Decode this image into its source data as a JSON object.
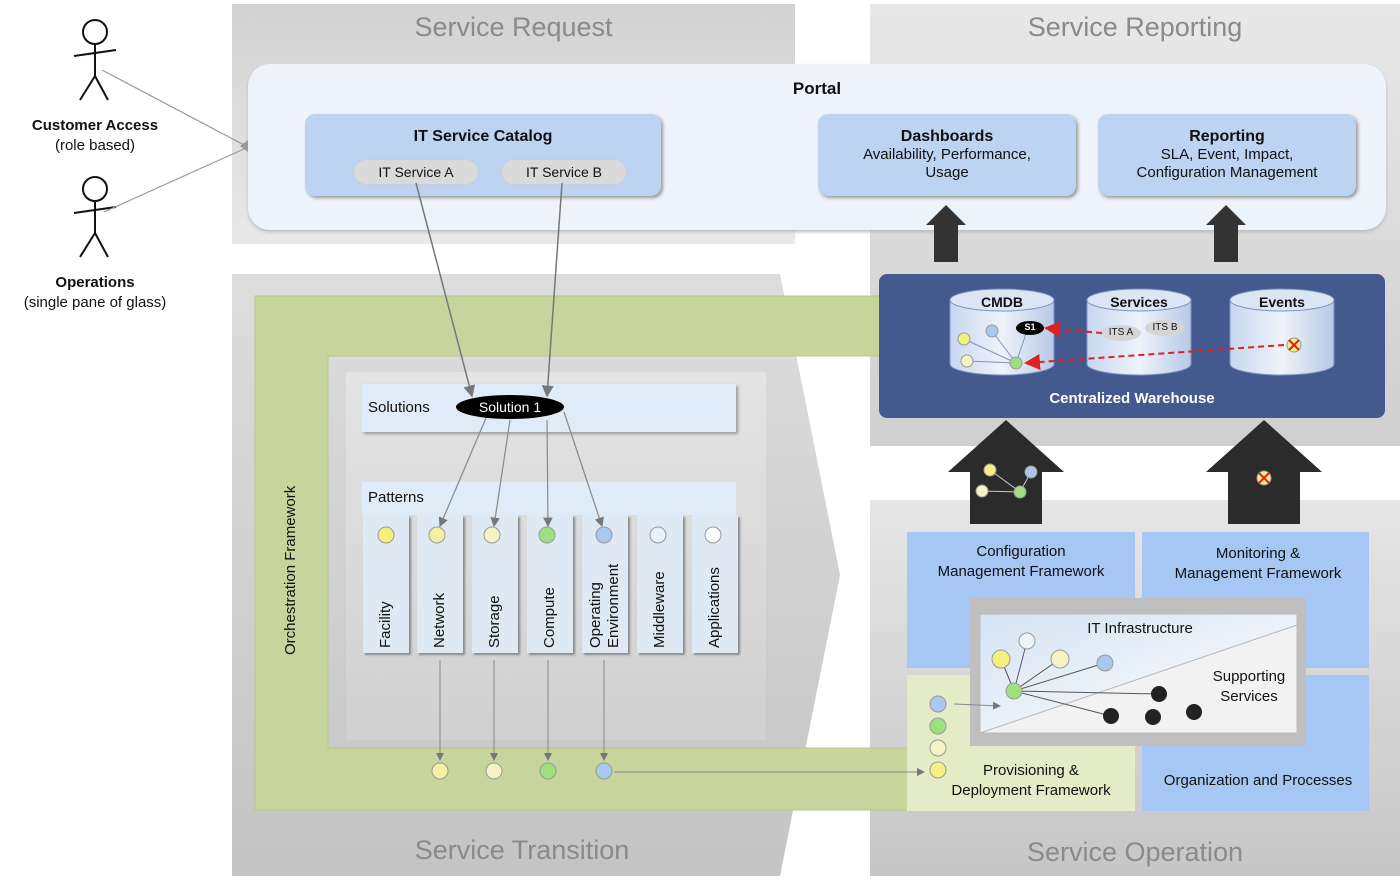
{
  "zones": {
    "service_request": "Service Request",
    "service_reporting": "Service Reporting",
    "service_transition": "Service Transition",
    "service_operation": "Service Operation"
  },
  "actors": {
    "customer": {
      "title": "Customer Access",
      "subtitle": "(role based)"
    },
    "operations": {
      "title": "Operations",
      "subtitle": "(single pane of glass)"
    }
  },
  "portal": {
    "title": "Portal",
    "catalog": {
      "title": "IT Service Catalog",
      "service_a": "IT Service A",
      "service_b": "IT Service B"
    },
    "dashboards": {
      "title": "Dashboards",
      "line1": "Availability, Performance,",
      "line2": "Usage"
    },
    "reporting": {
      "title": "Reporting",
      "line1": "SLA, Event, Impact,",
      "line2": "Configuration Management"
    }
  },
  "warehouse": {
    "title": "Centralized Warehouse",
    "cmdb": "CMDB",
    "services": "Services",
    "events": "Events",
    "s1": "S1",
    "its_a": "ITS A",
    "its_b": "ITS B"
  },
  "orchestration": "Orchestration Framework",
  "solutions": {
    "label": "Solutions",
    "solution1": "Solution 1"
  },
  "patterns": {
    "label": "Patterns",
    "columns": [
      "Facility",
      "Network",
      "Storage",
      "Compute",
      "Operating Environment",
      "Middleware",
      "Applications"
    ]
  },
  "operation": {
    "config_mgmt_line1": "Configuration",
    "config_mgmt_line2": "Management Framework",
    "monitoring_line1": "Monitoring &",
    "monitoring_line2": "Management Framework",
    "it_infrastructure": "IT Infrastructure",
    "supporting_line1": "Supporting",
    "supporting_line2": "Services",
    "provisioning_line1": "Provisioning &",
    "provisioning_line2": "Deployment Framework",
    "org_processes": "Organization and Processes"
  },
  "colors": {
    "yellow": "#f4f07e",
    "light_yellow": "#f6f3c2",
    "green": "#9ee07f",
    "blue": "#a9c8ef",
    "white": "#f2f6fa",
    "warehouse_bg": "#44598e",
    "orchestration_green": "#c7d49c"
  }
}
